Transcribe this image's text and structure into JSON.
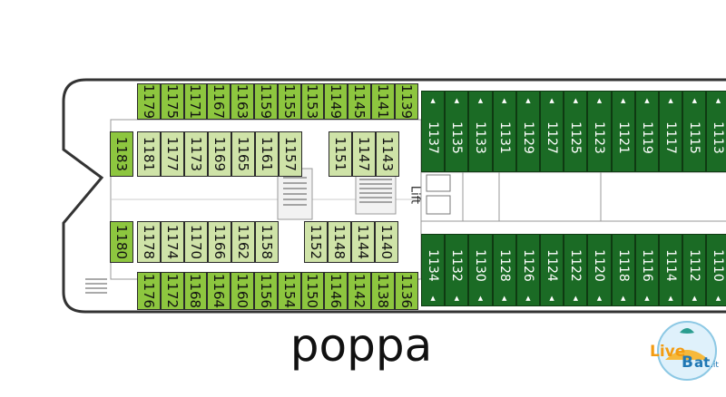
{
  "title": "poppa",
  "lift_label": "Lift",
  "colors": {
    "cabin_green": "#8dc63f",
    "cabin_light": "#cfe3a8",
    "cabin_dark": "#1b6b25",
    "hull": "#333333"
  },
  "logo": {
    "text_live": "Live",
    "text_boat": "B",
    "text_at": "at",
    "text_tld": ".it"
  },
  "cabins": {
    "top_row": [
      "1179",
      "1175",
      "1171",
      "1167",
      "1163",
      "1159",
      "1155",
      "1153",
      "1149",
      "1145",
      "1141",
      "1139"
    ],
    "inner_upper": [
      "1183",
      "1181",
      "1177",
      "1173",
      "1169",
      "1165",
      "1161",
      "1157",
      "1151",
      "1147",
      "1143"
    ],
    "inner_lower": [
      "1180",
      "1178",
      "1174",
      "1170",
      "1166",
      "1162",
      "1158",
      "1152",
      "1148",
      "1144",
      "1140"
    ],
    "bottom_row": [
      "1176",
      "1172",
      "1168",
      "1164",
      "1160",
      "1156",
      "1154",
      "1150",
      "1146",
      "1142",
      "1138",
      "1136"
    ],
    "dark_upper": [
      "1137",
      "1135",
      "1133",
      "1131",
      "1129",
      "1127",
      "1125",
      "1123",
      "1121",
      "1119",
      "1117",
      "1115",
      "1113"
    ],
    "dark_lower": [
      "1134",
      "1132",
      "1130",
      "1128",
      "1126",
      "1124",
      "1122",
      "1120",
      "1118",
      "1116",
      "1114",
      "1112",
      "1110"
    ],
    "dark_marker": "▲"
  }
}
